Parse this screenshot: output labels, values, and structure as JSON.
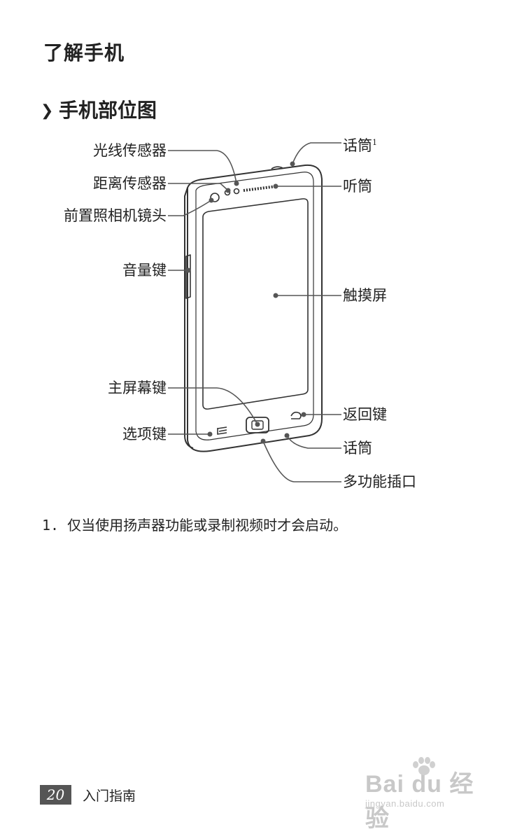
{
  "heading": "了解手机",
  "subheading": "手机部位图",
  "labels": {
    "light_sensor": "光线传感器",
    "proximity_sensor": "距离传感器",
    "front_camera": "前置照相机镜头",
    "volume_key": "音量键",
    "home_key": "主屏幕键",
    "menu_key": "选项键",
    "top_mic": "话筒",
    "top_mic_sup": "1",
    "earpiece": "听筒",
    "touchscreen": "触摸屏",
    "back_key": "返回键",
    "bottom_mic": "话筒",
    "multi_jack": "多功能插口"
  },
  "footnote": {
    "number": "1.",
    "text": "仅当使用扬声器功能或录制视频时才会启动。"
  },
  "footer": {
    "page_number": "20",
    "section": "入门指南"
  },
  "watermark": {
    "brand": "Bai du 经验",
    "url": "jingyan.baidu.com"
  }
}
